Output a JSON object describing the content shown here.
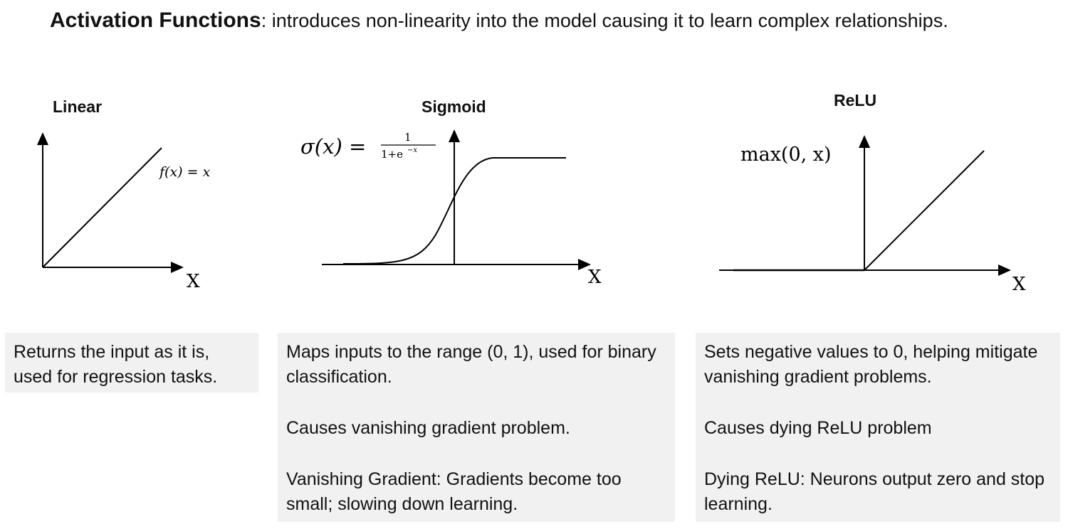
{
  "header": {
    "title_bold": "Activation Functions",
    "title_rest": ": introduces non-linearity into the model causing it to learn complex relationships."
  },
  "panels": [
    {
      "title": "Linear",
      "formula": "f(x) = x",
      "x_axis_label": "X",
      "description": [
        "Returns the input as it is, used for regression tasks."
      ]
    },
    {
      "title": "Sigmoid",
      "formula_lhs": "σ(x) =",
      "formula_num": "1",
      "formula_den": "1+e",
      "formula_exp": "−x",
      "x_axis_label": "X",
      "description": [
        "Maps inputs to the range (0, 1), used for binary classification.",
        "Causes vanishing gradient problem.",
        "Vanishing Gradient: Gradients become too small; slowing down learning."
      ]
    },
    {
      "title": "ReLU",
      "formula": "max(0, x)",
      "x_axis_label": "X",
      "description": [
        "Sets negative values to 0, helping mitigate vanishing gradient problems.",
        "Causes dying ReLU problem",
        "Dying ReLU: Neurons output zero and stop learning."
      ]
    }
  ],
  "colors": {
    "box_bg": "#f1f1f1",
    "line": "#000000"
  }
}
